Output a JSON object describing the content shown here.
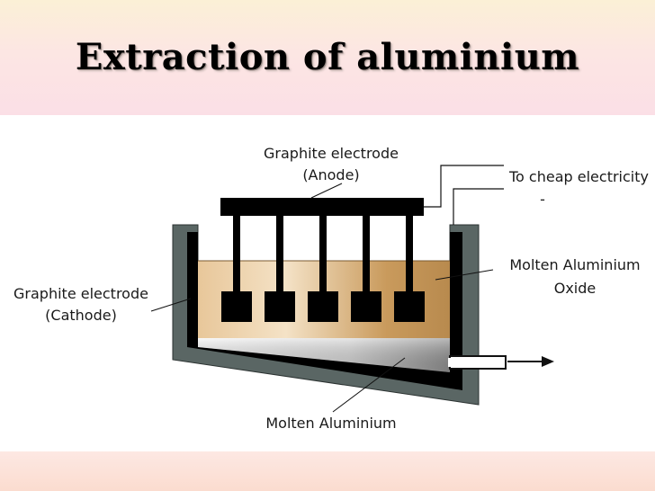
{
  "slide": {
    "title": "Extraction of aluminium"
  },
  "diagram": {
    "anode_label_line1": "Graphite electrode",
    "anode_label_line2": "(Anode)",
    "cathode_label_line1": "Graphite electrode",
    "cathode_label_line2": "(Cathode)",
    "power_label": "To cheap electricity",
    "minus_sign": "-",
    "oxide_label_line1": "Molten Aluminium",
    "oxide_label_line2": "Oxide",
    "metal_label": "Molten Aluminium",
    "colors": {
      "cell_wall": "#5a6664",
      "cathode_lining": "#000000",
      "molten_oxide": "#d9b07a",
      "molten_metal": "#c8c8c8",
      "anode": "#000000",
      "title_band": "#fce6e3"
    }
  }
}
